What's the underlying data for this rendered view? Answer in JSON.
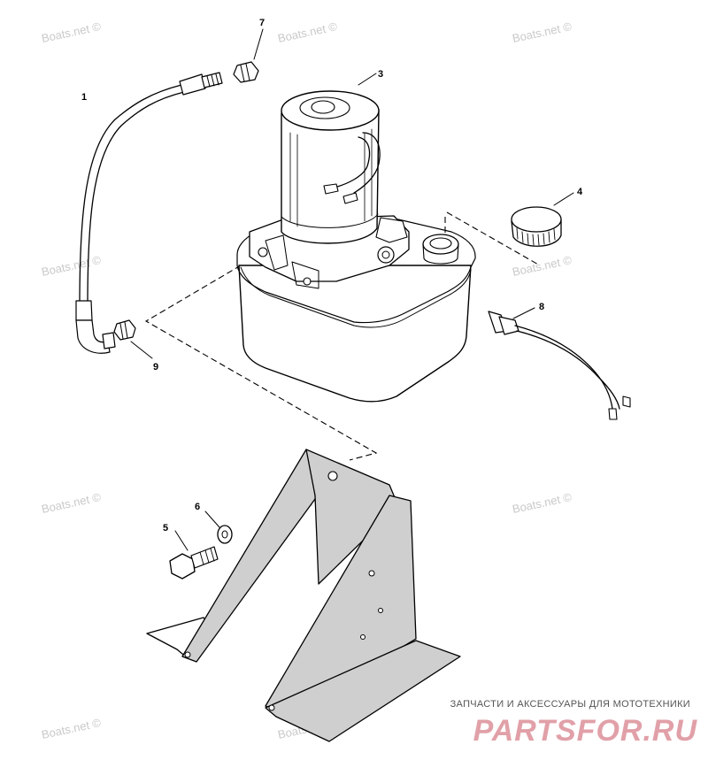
{
  "watermarks": [
    "Boats.net ©",
    "Boats.net ©",
    "Boats.net ©",
    "Boats.net ©",
    "Boats.net ©",
    "Boats.net ©",
    "Boats.net ©",
    "Boats.net ©",
    "Boats.net ©",
    "Boats.net ©"
  ],
  "callouts": {
    "c1": "1",
    "c3": "3",
    "c4": "4",
    "c5": "5",
    "c6": "6",
    "c7": "7",
    "c8": "8",
    "c9": "9"
  },
  "brand": {
    "tagline": "ЗАПЧАСТИ И АКСЕССУАРЫ ДЛЯ МОТОТЕХНИКИ",
    "logo": "PARTSFOR.RU",
    "logo_color": "#e1a0a8"
  },
  "colors": {
    "line": "#000000",
    "shade": "#cfcfcf",
    "watermark": "#c9c9c9"
  }
}
